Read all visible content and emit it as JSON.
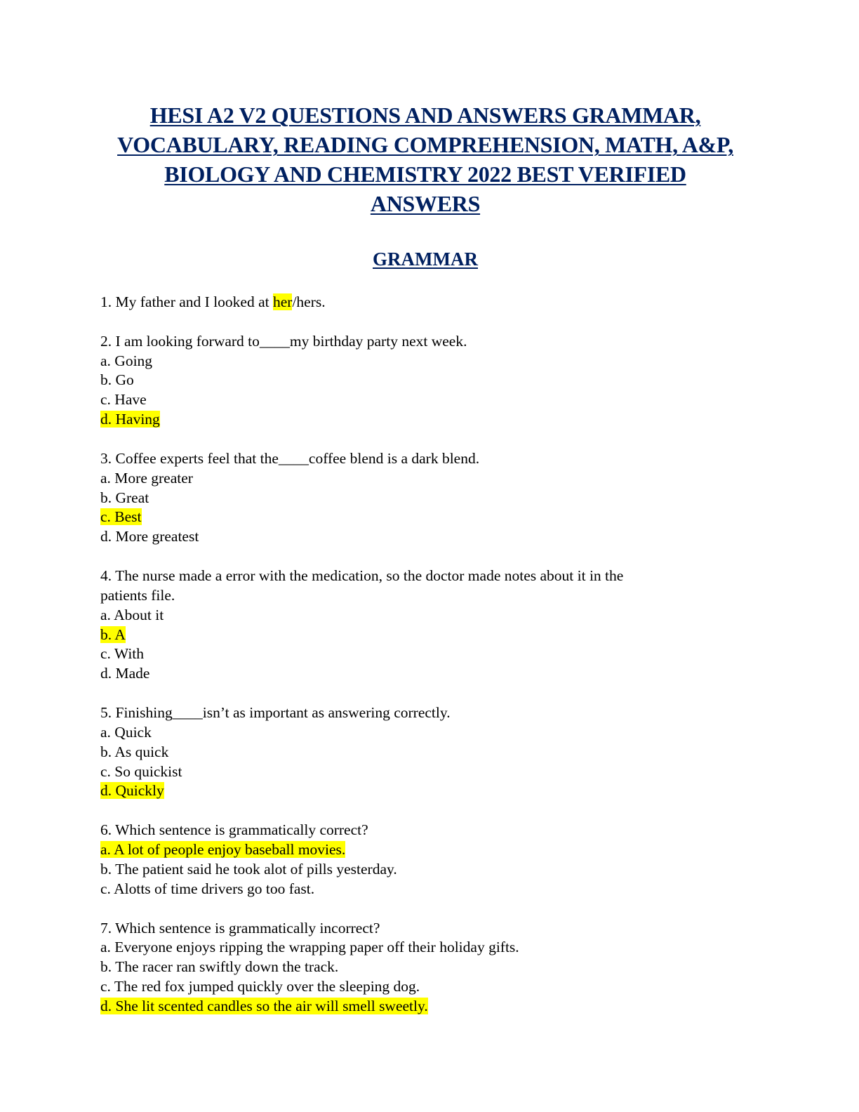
{
  "title_lines": [
    "HESI A2 V2 QUESTIONS AND ANSWERS GRAMMAR,",
    "VOCABULARY, READING COMPREHENSION, MATH, A&P,",
    "BIOLOGY AND CHEMISTRY 2022 BEST VERIFIED ",
    "ANSWERS "
  ],
  "section": "GRAMMAR",
  "highlight_color": "#ffff00",
  "heading_color": "#002060",
  "q1": {
    "prefix": "1. My father and I looked at ",
    "answer": "her",
    "suffix": "/hers."
  },
  "questions": [
    {
      "stem": [
        "2. I am looking forward to____my birthday party next week."
      ],
      "options": [
        {
          "text": "a. Going",
          "hl": false
        },
        {
          "text": "b. Go",
          "hl": false
        },
        {
          "text": "c. Have",
          "hl": false
        },
        {
          "text": "d. Having",
          "hl": true
        }
      ]
    },
    {
      "stem": [
        "3. Coffee experts feel that the____coffee blend is a dark blend."
      ],
      "options": [
        {
          "text": "a. More greater",
          "hl": false
        },
        {
          "text": "b. Great",
          "hl": false
        },
        {
          "text": "c. Best",
          "hl": true
        },
        {
          "text": "d. More greatest",
          "hl": false
        }
      ]
    },
    {
      "stem": [
        "4. The nurse made a error with the medication, so the doctor made notes about it in the",
        "patients file."
      ],
      "options": [
        {
          "text": "a. About it",
          "hl": false
        },
        {
          "text": "b. A",
          "hl": true
        },
        {
          "text": "c. With",
          "hl": false
        },
        {
          "text": "d. Made",
          "hl": false
        }
      ]
    },
    {
      "stem": [
        "5. Finishing____isn’t as important as answering correctly."
      ],
      "options": [
        {
          "text": "a. Quick",
          "hl": false
        },
        {
          "text": "b. As quick",
          "hl": false
        },
        {
          "text": "c. So quickist",
          "hl": false
        },
        {
          "text": "d. Quickly",
          "hl": true
        }
      ]
    },
    {
      "stem": [
        "6. Which sentence is grammatically correct?"
      ],
      "options": [
        {
          "text": "a. A lot of people enjoy baseball movies.",
          "hl": true
        },
        {
          "text": "b. The patient said he took alot of pills yesterday.",
          "hl": false
        },
        {
          "text": "c. Alotts of time drivers go too fast.",
          "hl": false
        }
      ]
    },
    {
      "stem": [
        "7. Which sentence is grammatically incorrect?"
      ],
      "options": [
        {
          "text": "a. Everyone enjoys ripping the wrapping paper off their holiday gifts.",
          "hl": false
        },
        {
          "text": "b. The racer ran swiftly down the track.",
          "hl": false
        },
        {
          "text": "c. The red fox jumped quickly over the sleeping dog.",
          "hl": false
        },
        {
          "text": "d. She lit scented candles so the air will smell sweetly.",
          "hl": true
        }
      ]
    }
  ]
}
